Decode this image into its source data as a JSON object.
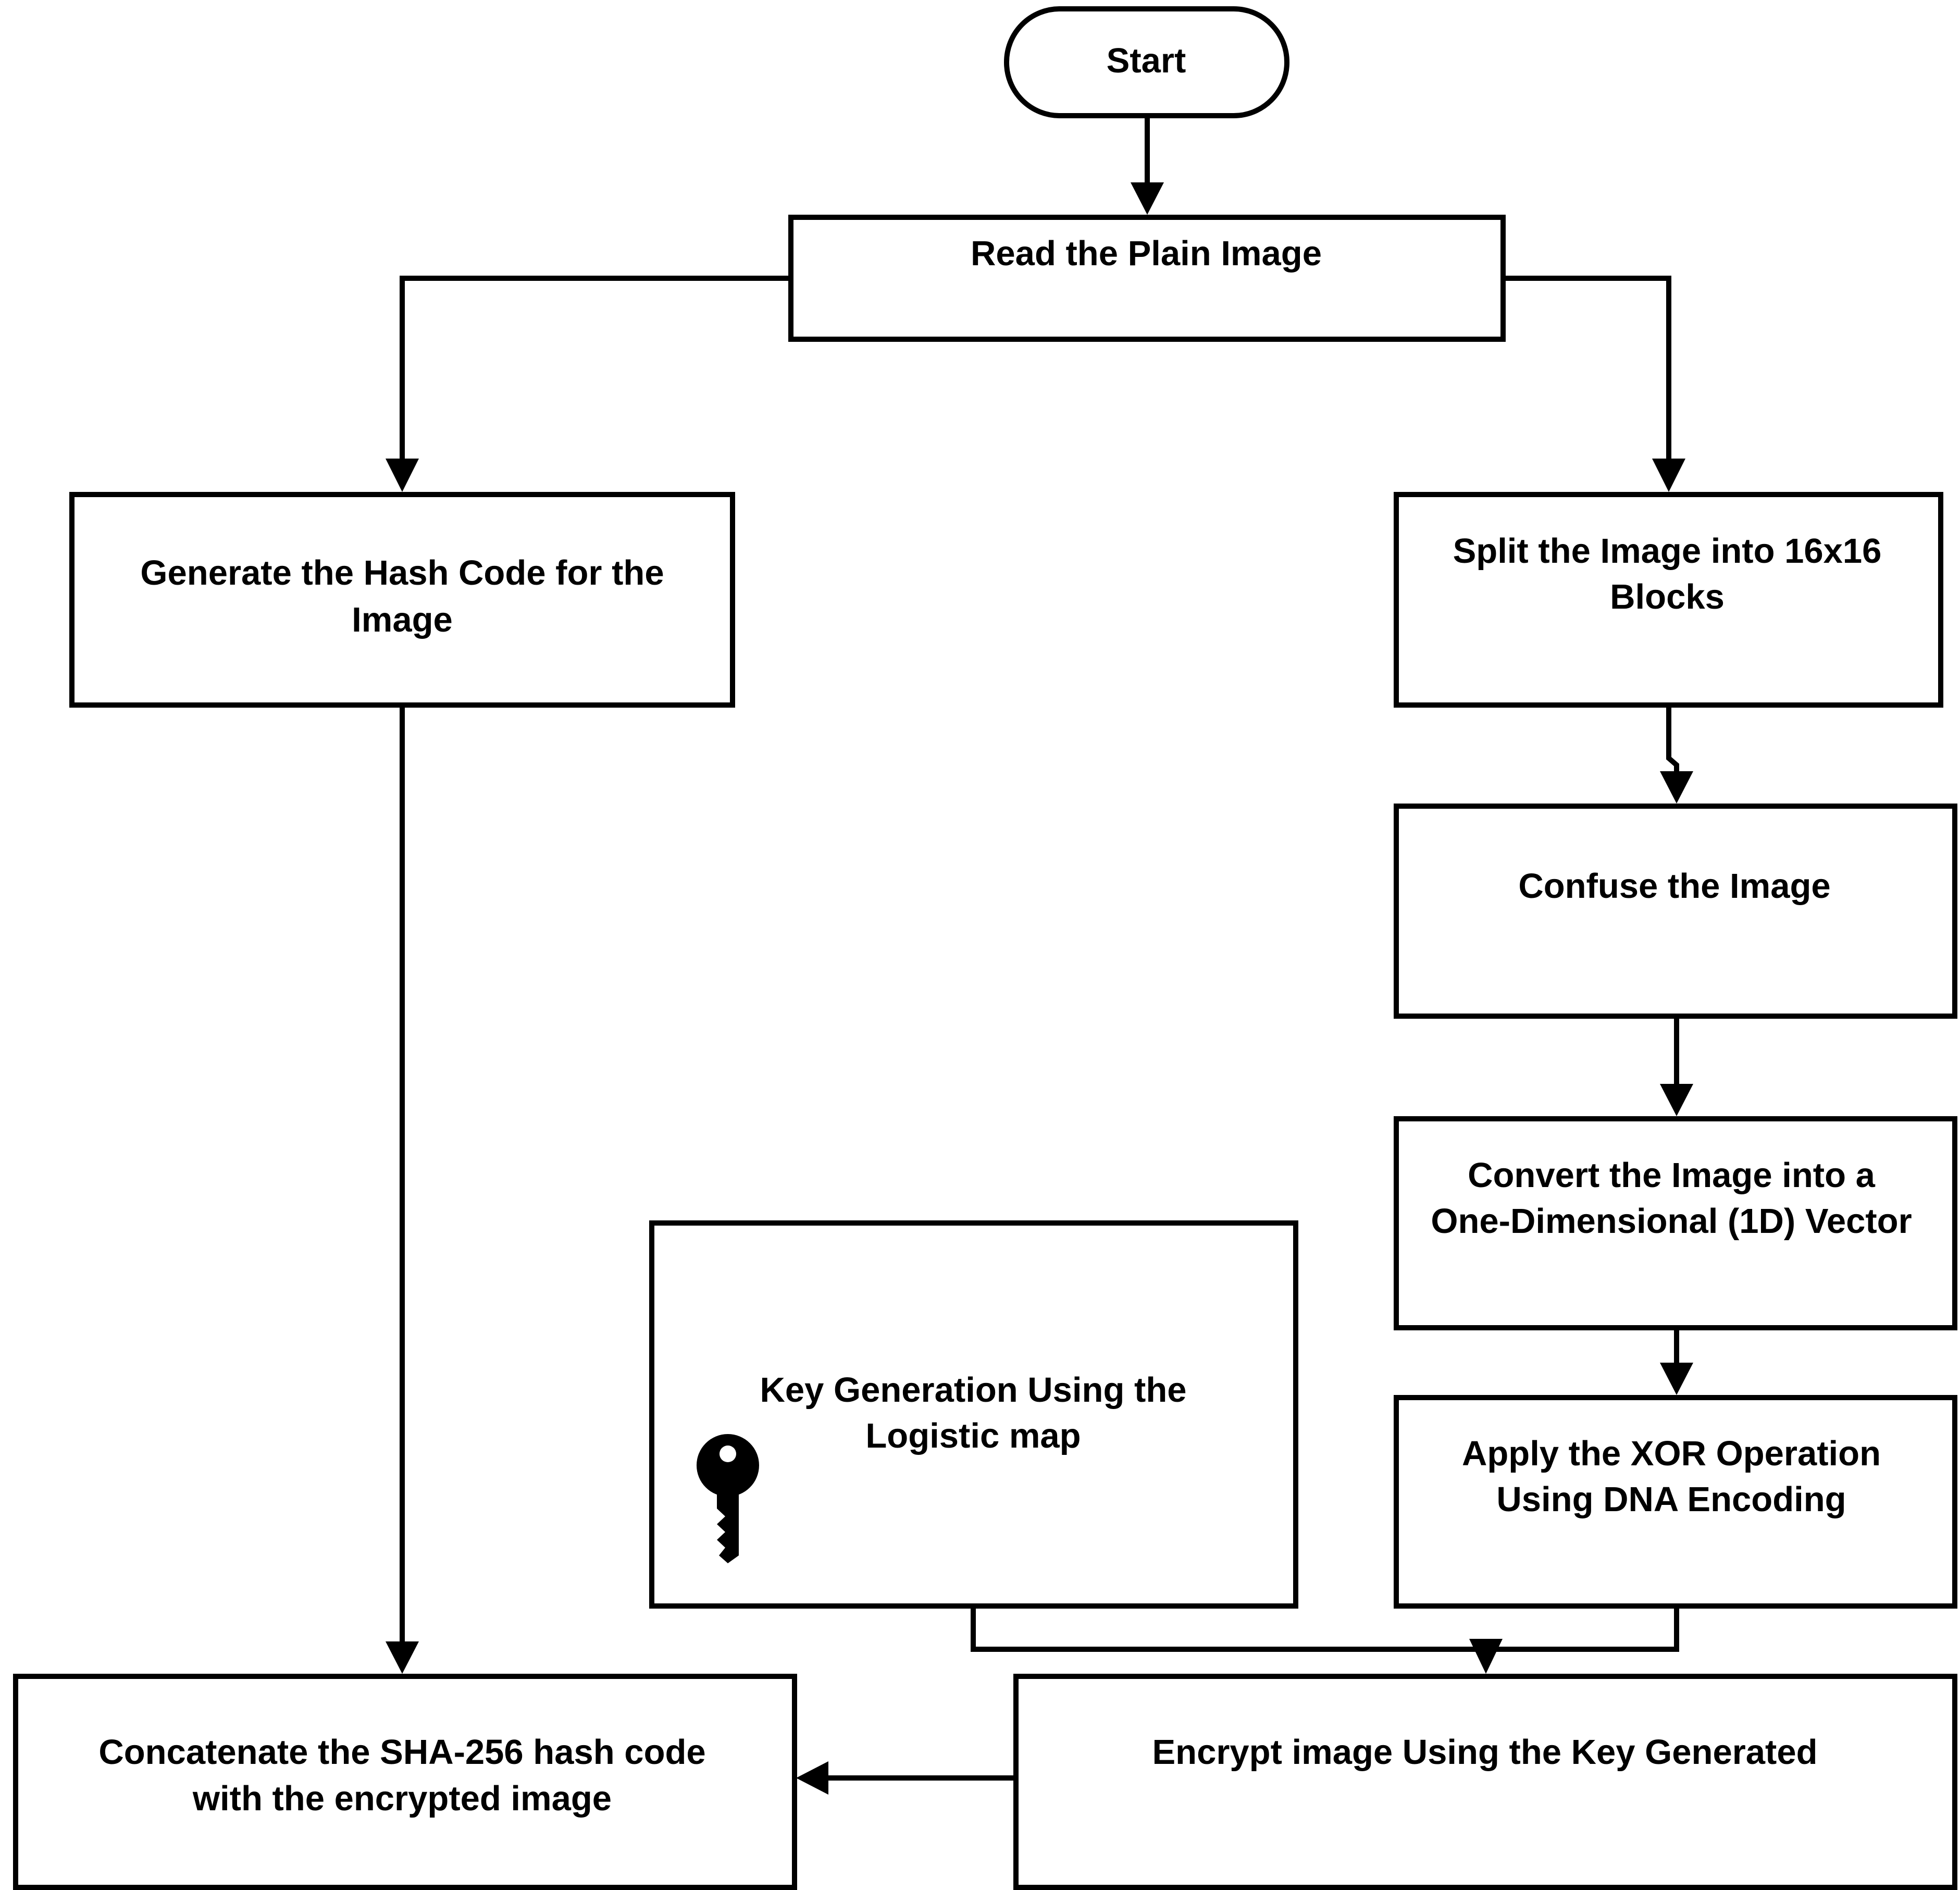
{
  "colors": {
    "stroke": "#000000",
    "fill": "#ffffff",
    "text": "#000000"
  },
  "nodes": {
    "start": {
      "text": "Start"
    },
    "read": {
      "text": "Read the Plain Image"
    },
    "hash": {
      "line1": "Generate the Hash Code for the",
      "line2": "Image"
    },
    "split": {
      "line1": "Split the Image into 16x16",
      "line2": "Blocks"
    },
    "confuse": {
      "text": "Confuse the Image"
    },
    "convert": {
      "line1": "Convert the Image into a",
      "line2": "One-Dimensional (1D) Vector"
    },
    "keygen": {
      "line1": "Key Generation Using the",
      "line2": "Logistic map",
      "icon": "key-icon"
    },
    "xor": {
      "line1": "Apply the XOR Operation",
      "line2": "Using DNA Encoding"
    },
    "encrypt": {
      "text": "Encrypt image Using the Key Generated"
    },
    "concat": {
      "line1": "Concatenate the SHA-256 hash code",
      "line2": "with the encrypted image"
    }
  }
}
